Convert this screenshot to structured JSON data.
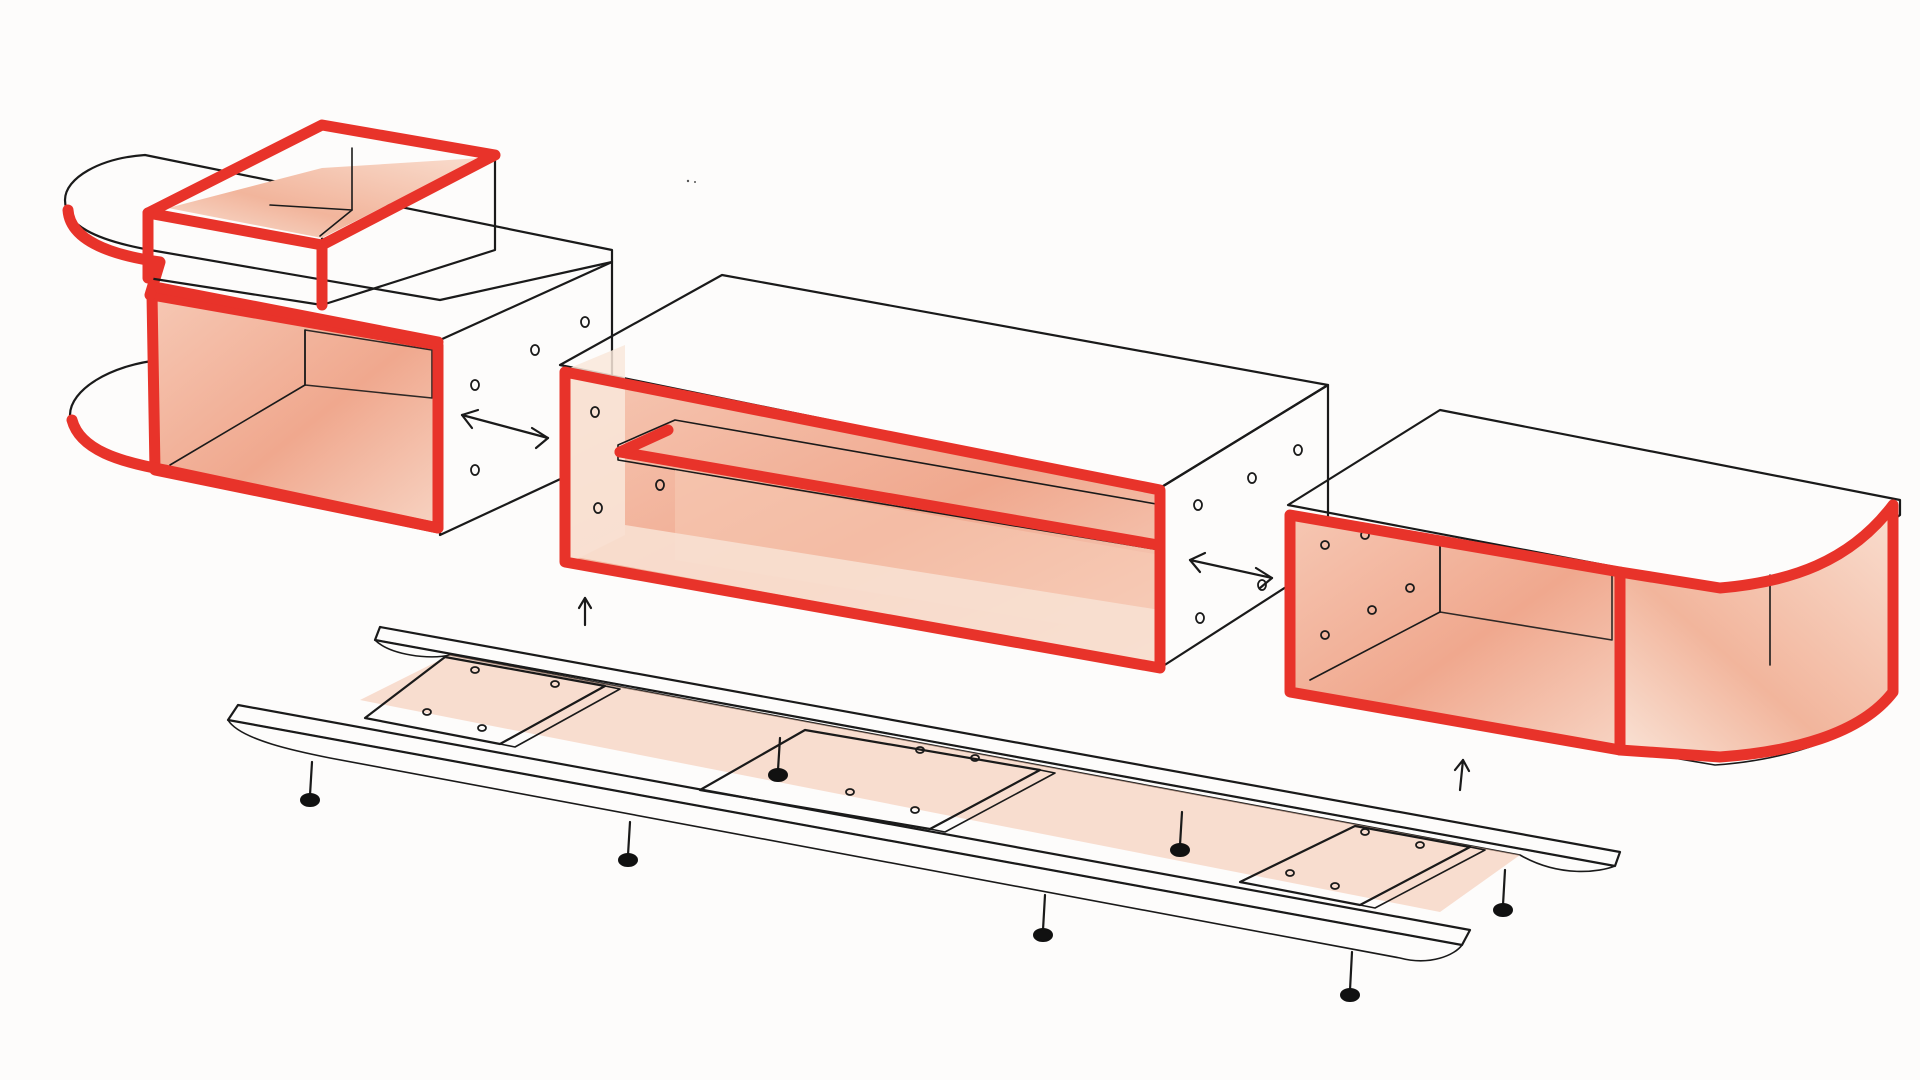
{
  "colors": {
    "paper": "#fdfcfb",
    "panel": "#f8e6d8",
    "panel_light": "#fbefe6",
    "interior": "#f2b79f",
    "interior_deep": "#ee9f85",
    "edge_band": "#e8332a",
    "ink": "#1a1a1a",
    "feet": "#111111"
  },
  "diagram": {
    "type": "exploded-assembly-sketch",
    "components": [
      {
        "id": "left-module",
        "shape": "rounded-end open cabinet with top box"
      },
      {
        "id": "center-module",
        "shape": "open rectangular cabinet with inner shelf"
      },
      {
        "id": "right-module",
        "shape": "rounded-end open cabinet with divider"
      },
      {
        "id": "base-frame",
        "shape": "ladder frame with rails, cross slats and adjustable feet"
      }
    ],
    "arrows": [
      {
        "from": "left-module",
        "to": "center-module",
        "kind": "double-headed"
      },
      {
        "from": "center-module",
        "to": "right-module",
        "kind": "double-headed"
      },
      {
        "from": "base-frame",
        "to": "center-module",
        "kind": "up"
      },
      {
        "from": "base-frame",
        "to": "right-module",
        "kind": "up"
      }
    ]
  }
}
